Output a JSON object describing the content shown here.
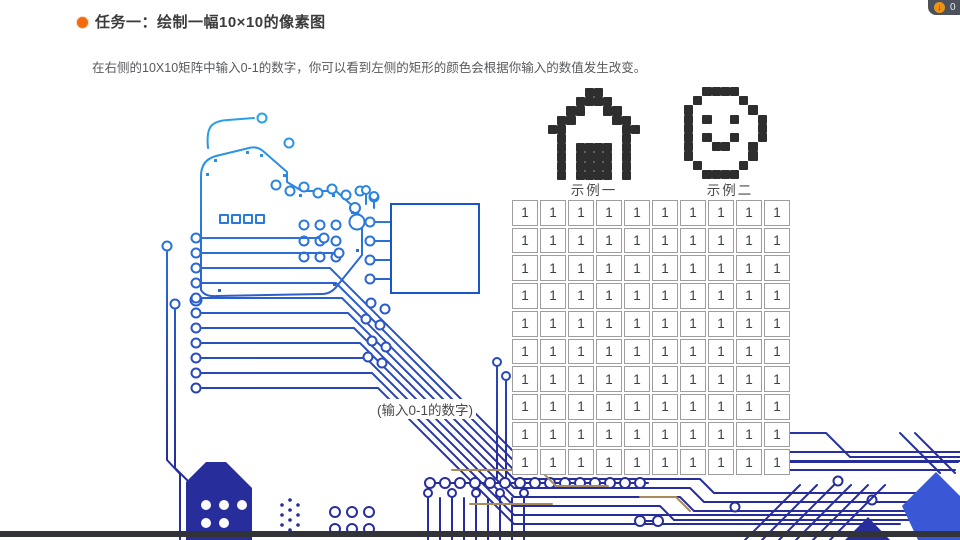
{
  "topbar": {
    "download_badge": {
      "count": "0",
      "pill_color": "#4c525b",
      "icon_bg": "#ef9312"
    }
  },
  "header": {
    "bullet_color": "#f26a0d",
    "title": "任务一：绘制一幅10×10的像素图",
    "subtitle": "在右侧的10X10矩阵中输入0-1的数字，你可以看到左侧的矩形的颜色会根据你输入的数值发生改变。"
  },
  "examples": [
    {
      "id": "house",
      "label": "示例一",
      "grid": [
        "0000110000",
        "0001111000",
        "0011001100",
        "0110000110",
        "1100000011",
        "0100000010",
        "0101111010",
        "0101111010",
        "0101111010",
        "0101111010"
      ]
    },
    {
      "id": "smiley",
      "label": "示例二",
      "grid": [
        "0011110000",
        "0100001000",
        "1000000100",
        "1010010010",
        "1000000010",
        "1010010010",
        "1001100100",
        "1000000100",
        "0100001000",
        "0011110000"
      ]
    }
  ],
  "pixel_color": "#2e2e2e",
  "canvas": {
    "border_color": "#1857c9",
    "hint": "(输入0-1的数字)"
  },
  "matrix": {
    "rows": 10,
    "cols": 10,
    "cell_values": [
      "1111111111",
      "1111111111",
      "1111111111",
      "1111111111",
      "1111111111",
      "1111111111",
      "1111111111",
      "1111111111",
      "1111111111",
      "1111111111"
    ],
    "border_color": "#9e9e9e",
    "text_color": "#3a4147"
  },
  "footer": {
    "bar_color": "#323338"
  },
  "pcb_colors": {
    "top": "#2ba7ea",
    "mid": "#2b62d2",
    "bottom": "#272e9c",
    "tan": "#a98b5b"
  }
}
